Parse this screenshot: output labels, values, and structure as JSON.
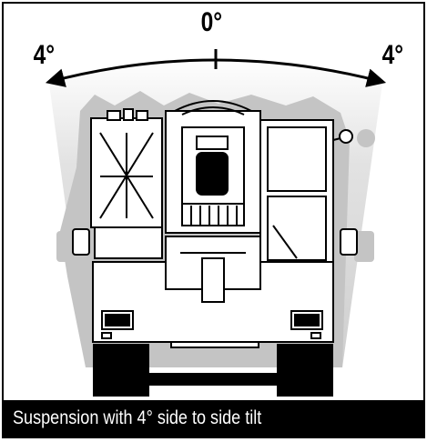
{
  "figure": {
    "center_label": "0°",
    "left_label": "4°",
    "right_label": "4°",
    "caption": "Suspension with 4° side to side tilt"
  },
  "colors": {
    "frame": "#000000",
    "ghost_shadow": "#c8c8c8",
    "fade_gray": "#d9d9d9",
    "caption_bg": "#000000",
    "caption_text": "#ffffff"
  }
}
